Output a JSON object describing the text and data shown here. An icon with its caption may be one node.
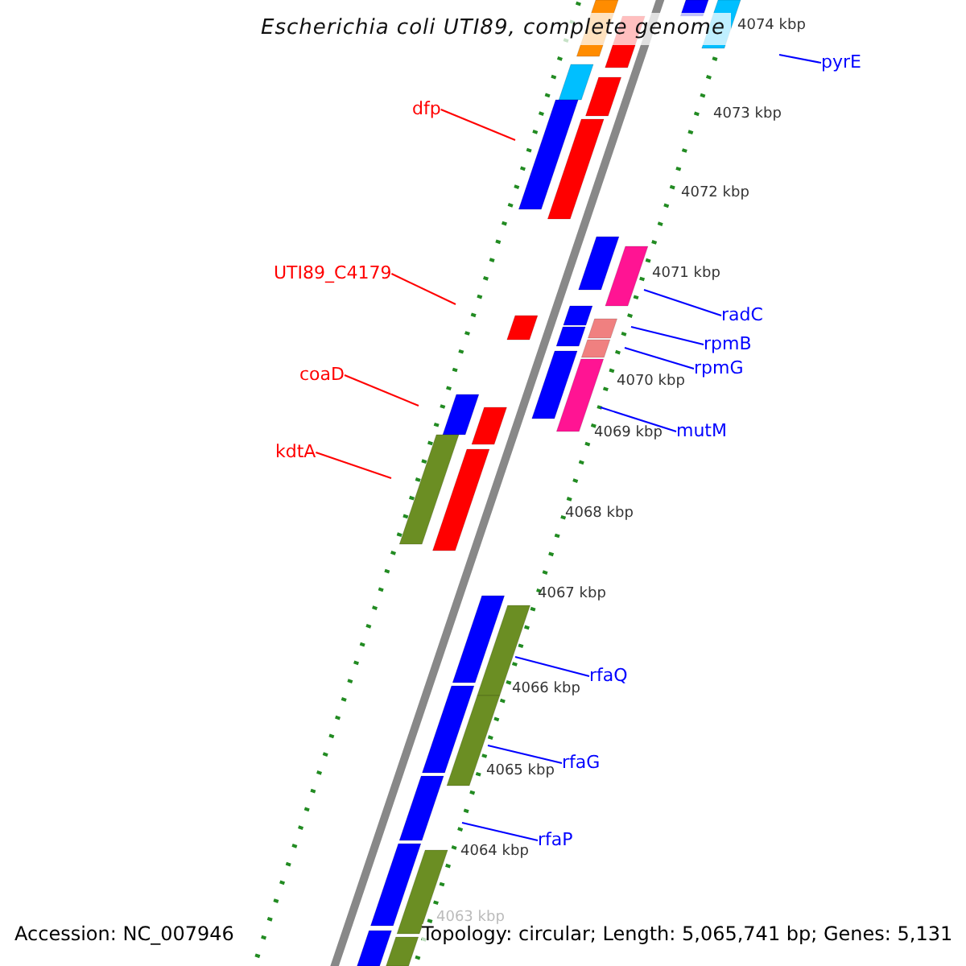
{
  "diagram": {
    "title": "Escherichia coli UTI89, complete genome",
    "nodes": [
      {
        "text": [
          "pyrE"
        ]
      },
      {
        "text": [
          "dfp"
        ]
      },
      {
        "text": [
          "UTI89_C4179"
        ]
      },
      {
        "text": [
          "radC"
        ]
      },
      {
        "text": [
          "rpmB"
        ]
      },
      {
        "text": [
          "coaD"
        ]
      },
      {
        "text": [
          "rpmG"
        ]
      },
      {
        "text": [
          "mutM"
        ]
      },
      {
        "text": [
          "kdtA"
        ]
      },
      {
        "text": [
          "rfaQ"
        ]
      },
      {
        "text": [
          "rfaG"
        ]
      },
      {
        "text": [
          "rfaP"
        ]
      }
    ],
    "edges": [
      {
        "from": 0,
        "to": null,
        "arrow": "none"
      },
      {
        "from": 1,
        "to": null,
        "arrow": "none",
        "color": "#ff0000"
      },
      {
        "from": 2,
        "to": null,
        "arrow": "none",
        "color": "#ff0000"
      },
      {
        "from": 3,
        "to": null,
        "arrow": "none"
      },
      {
        "from": 4,
        "to": null,
        "arrow": "none"
      },
      {
        "from": 5,
        "to": null,
        "arrow": "none",
        "color": "#ff0000"
      },
      {
        "from": 6,
        "to": null,
        "arrow": "none"
      },
      {
        "from": 7,
        "to": null,
        "arrow": "none"
      },
      {
        "from": 8,
        "to": null,
        "arrow": "none",
        "color": "#ff0000"
      },
      {
        "from": 9,
        "to": null,
        "arrow": "none"
      },
      {
        "from": 10,
        "to": null,
        "arrow": "none"
      },
      {
        "from": 11,
        "to": null,
        "arrow": "none"
      }
    ],
    "labels": [
      "4074 kbp",
      "4073 kbp",
      "4072 kbp",
      "4071 kbp",
      "4070 kbp",
      "4069 kbp",
      "4068 kbp",
      "4067 kbp",
      "4066 kbp",
      "4065 kbp",
      "4064 kbp",
      "4063 kbp",
      "Accession: NC_007946",
      "Topology: circular; Length: 5,065,741 bp; Genes: 5,131"
    ]
  }
}
